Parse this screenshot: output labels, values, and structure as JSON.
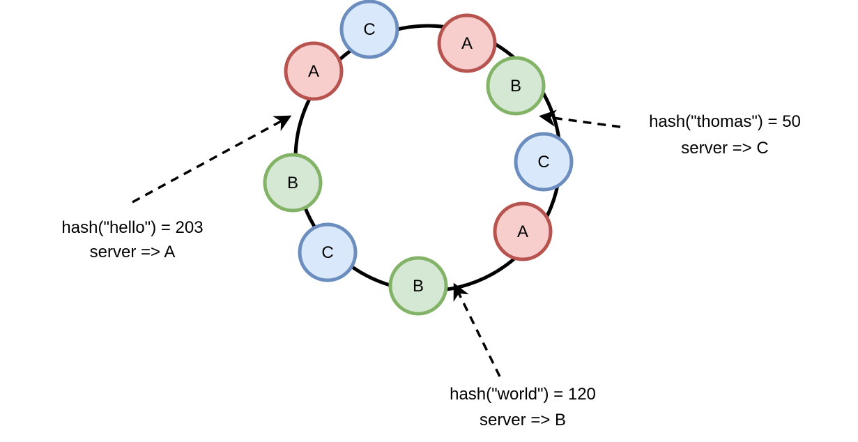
{
  "colors": {
    "A": {
      "fill": "#f8cecc",
      "stroke": "#b85450"
    },
    "B": {
      "fill": "#d5e8d4",
      "stroke": "#82b366"
    },
    "C": {
      "fill": "#dae8fc",
      "stroke": "#6c8ebf"
    },
    "ring": "#000000",
    "arrow": "#000000"
  },
  "nodes": [
    {
      "label": "C",
      "server": "C"
    },
    {
      "label": "A",
      "server": "A"
    },
    {
      "label": "B",
      "server": "B"
    },
    {
      "label": "C",
      "server": "C"
    },
    {
      "label": "A",
      "server": "A"
    },
    {
      "label": "B",
      "server": "B"
    },
    {
      "label": "C",
      "server": "C"
    },
    {
      "label": "B",
      "server": "B"
    },
    {
      "label": "A",
      "server": "A"
    }
  ],
  "lookups": [
    {
      "hash_line": "hash(\"hello\") = 203",
      "server_line": "server => A"
    },
    {
      "hash_line": "hash(\"thomas\") = 50",
      "server_line": "server => C"
    },
    {
      "hash_line": "hash(\"world\") = 120",
      "server_line": "server => B"
    }
  ]
}
